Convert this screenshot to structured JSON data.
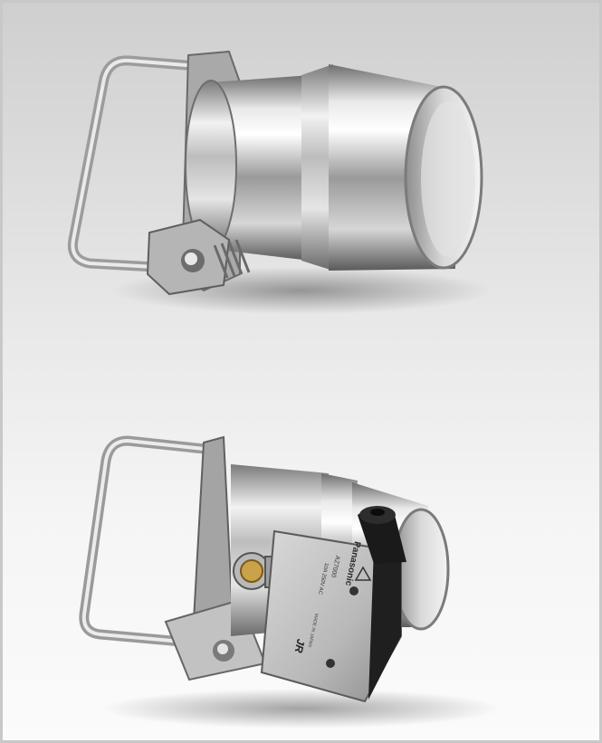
{
  "photo": {
    "background_top": "#cfcfcf",
    "background_bottom": "#fbfbfb"
  },
  "bottom_product": {
    "switch": {
      "brand": "Panasonic",
      "maker_mark": "JR",
      "model": "AZ7000",
      "rating": "10A 250V AC",
      "origin": "MADE IN JAPAN"
    }
  }
}
